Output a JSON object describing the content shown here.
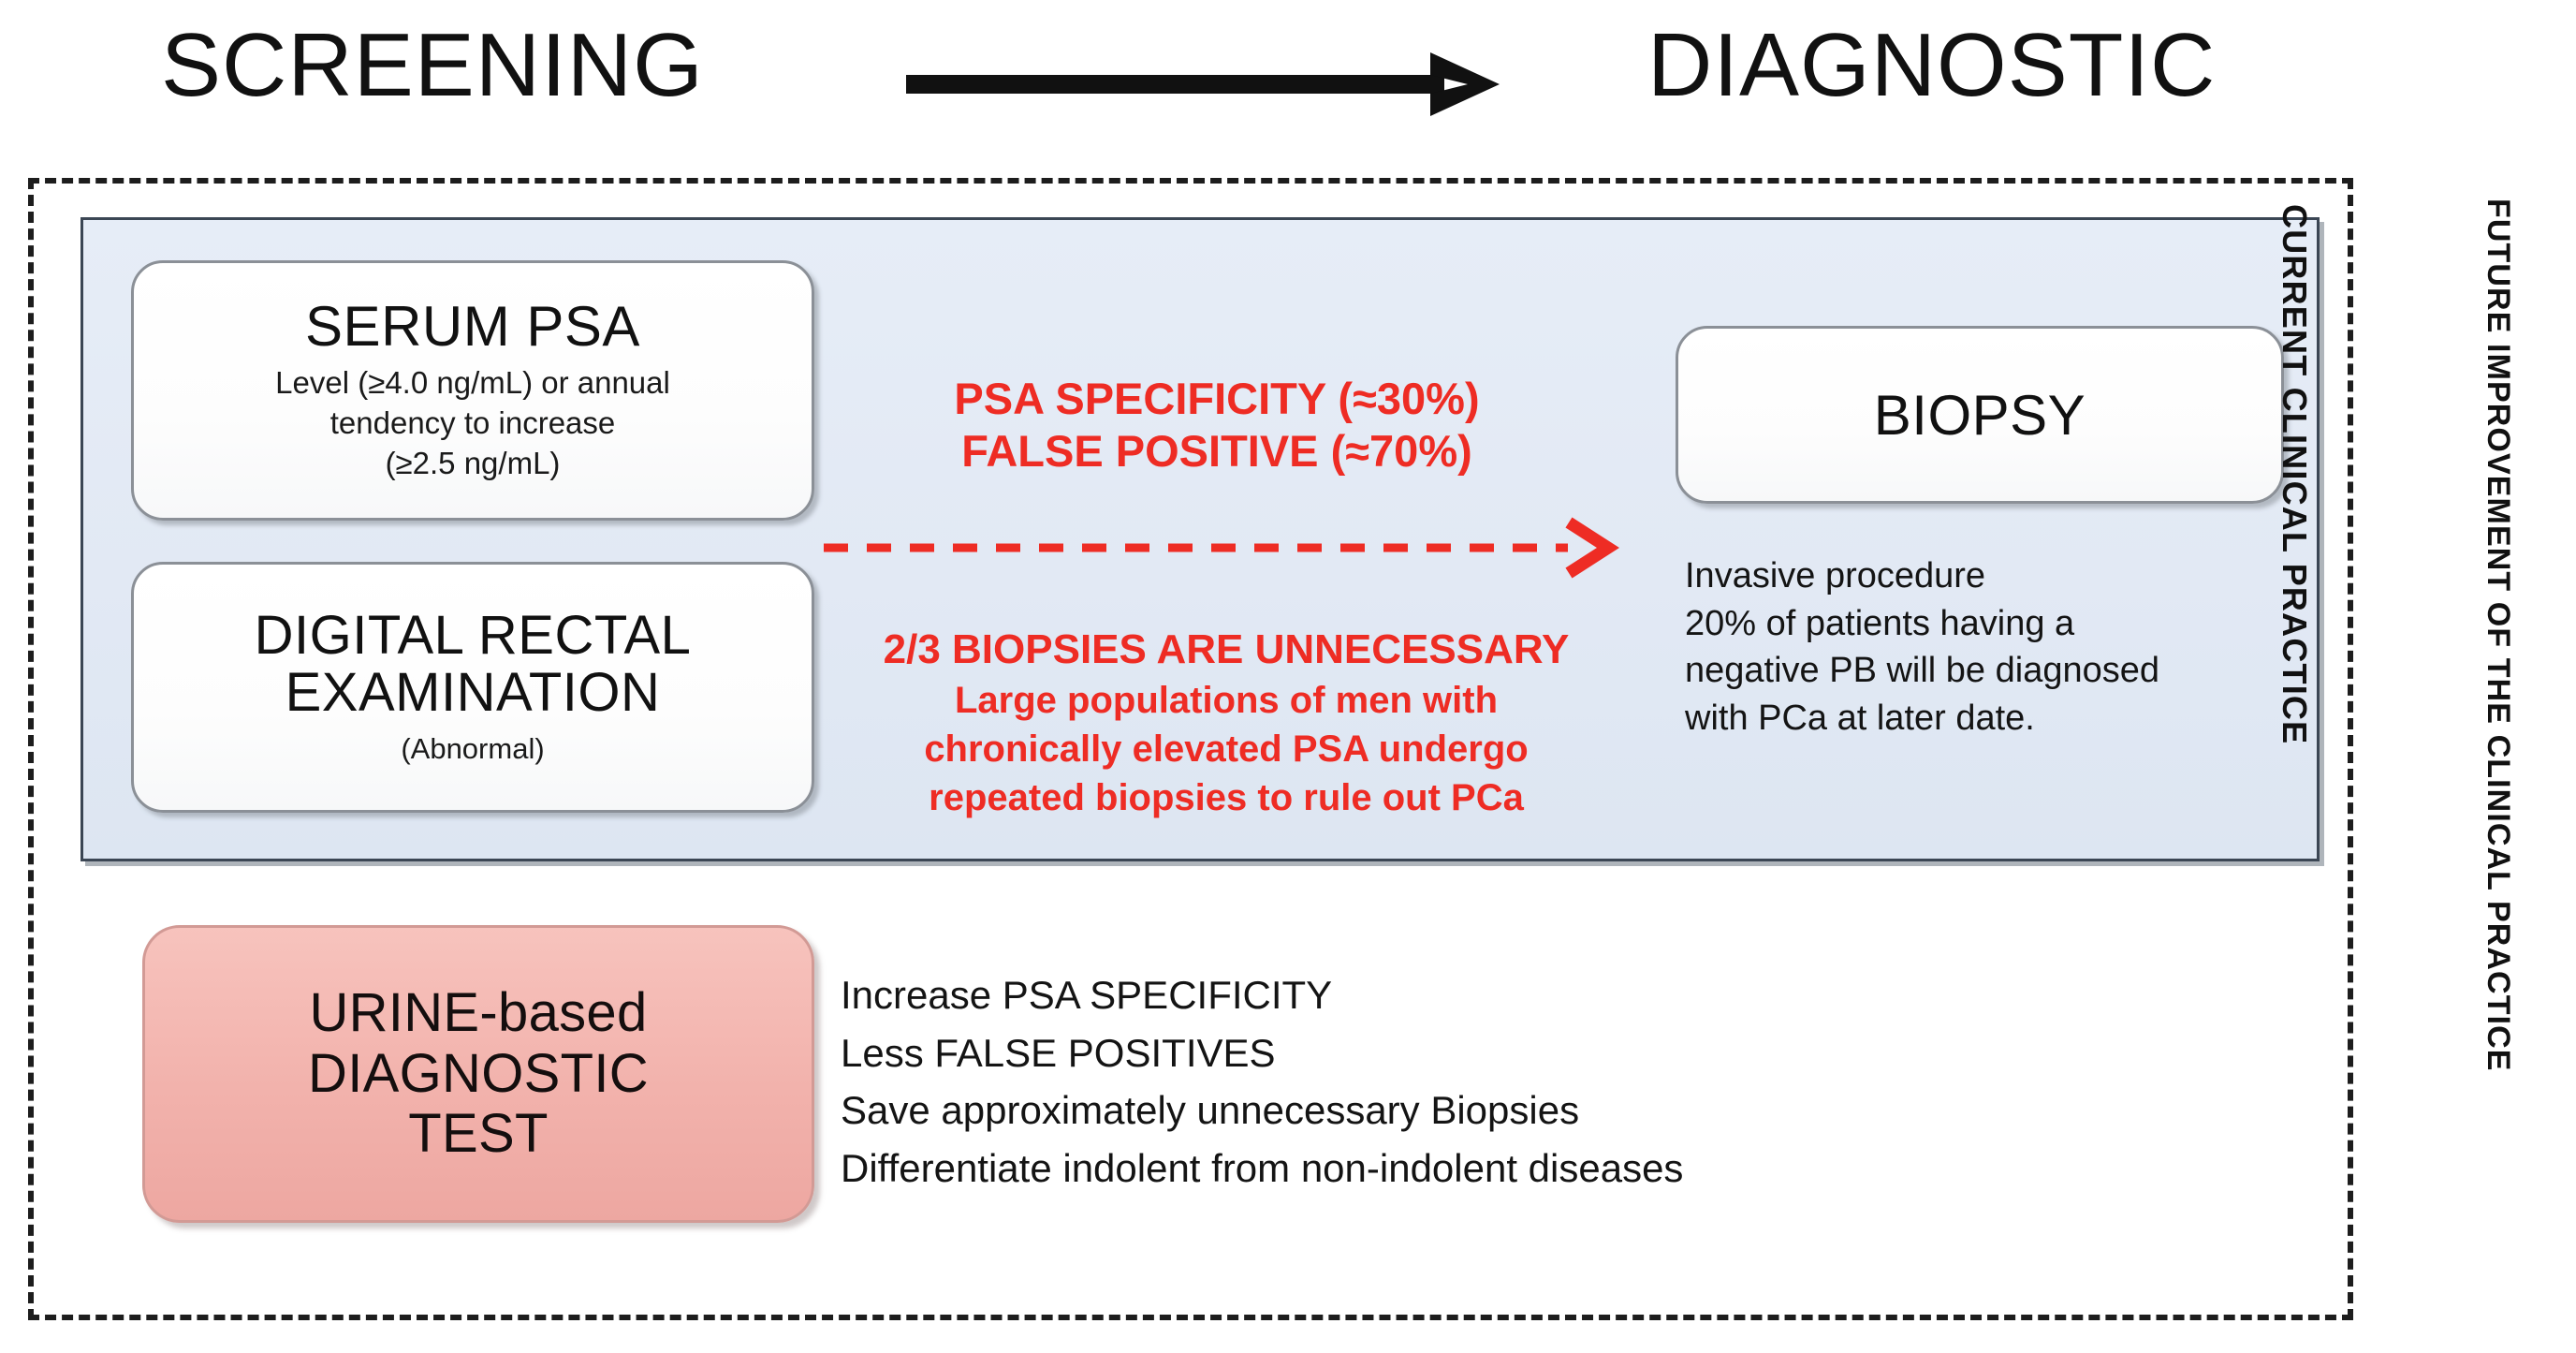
{
  "header": {
    "left_label": "SCREENING",
    "right_label": "DIAGNOSTIC",
    "arrow_icon": "right-arrow-icon"
  },
  "side_labels": {
    "inner": "CURRENT CLINICAL PRACTICE",
    "outer": "FUTURE IMPROVEMENT OF THE CLINICAL PRACTICE"
  },
  "cards": {
    "serum_psa": {
      "title": "SERUM PSA",
      "line1": "Level (≥4.0 ng/mL) or annual",
      "line2": "tendency to increase",
      "line3": "(≥2.5 ng/mL)"
    },
    "dre": {
      "title_line1": "DIGITAL RECTAL",
      "title_line2": "EXAMINATION",
      "sub": "(Abnormal)"
    },
    "biopsy": {
      "title": "BIOPSY"
    },
    "urine_test": {
      "line1": "URINE-based",
      "line2": "DIAGNOSTIC",
      "line3": "TEST"
    }
  },
  "red_annotations": {
    "top_line1": "PSA SPECIFICITY (≈30%)",
    "top_line2": "FALSE POSITIVE (≈70%)",
    "arrow_icon": "dashed-right-arrow-icon",
    "headline": "2/3 BIOPSIES ARE UNNECESSARY",
    "body_line1": "Large populations of men with",
    "body_line2": "chronically elevated PSA undergo",
    "body_line3": "repeated biopsies to rule out PCa"
  },
  "biopsy_description": {
    "line1": "Invasive procedure",
    "line2": "20% of patients having a",
    "line3": "negative PB will be diagnosed",
    "line4": "with PCa at later date."
  },
  "benefits": [
    "Increase PSA SPECIFICITY",
    "Less FALSE POSITIVES",
    "Save approximately unnecessary Biopsies",
    "Differentiate indolent from non-indolent diseases"
  ],
  "colors": {
    "accent_red": "#ee2c24",
    "panel_blue": "#e3eaf5",
    "card_pink": "#f2b2ac",
    "frame_black": "#1d1d1d"
  }
}
